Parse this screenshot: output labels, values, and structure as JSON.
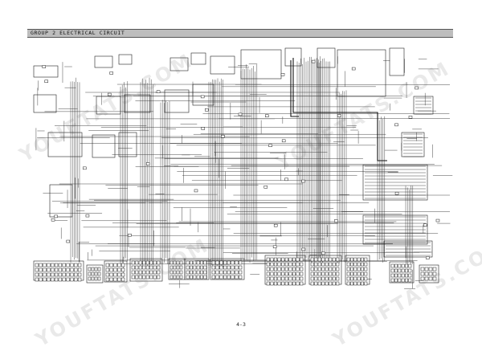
{
  "header": {
    "title": "GROUP  2  ELECTRICAL CIRCUIT"
  },
  "footer": {
    "page_number": "4-3"
  },
  "watermark": {
    "text": "YOUFTATS.COM",
    "color": "#787878"
  },
  "colors": {
    "header_bg": "#bdbdbd",
    "line": "#222222"
  }
}
